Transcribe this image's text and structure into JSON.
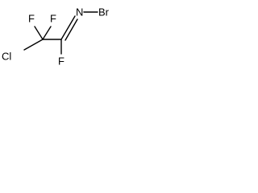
{
  "molecule": {
    "atoms": {
      "cl": "Cl",
      "f_top_left": "F",
      "f_top_right": "F",
      "f_bottom": "F",
      "n": "N",
      "br": "Br"
    },
    "colors": {
      "bond": "#000000",
      "label": "#000000",
      "background": "#ffffff"
    }
  }
}
